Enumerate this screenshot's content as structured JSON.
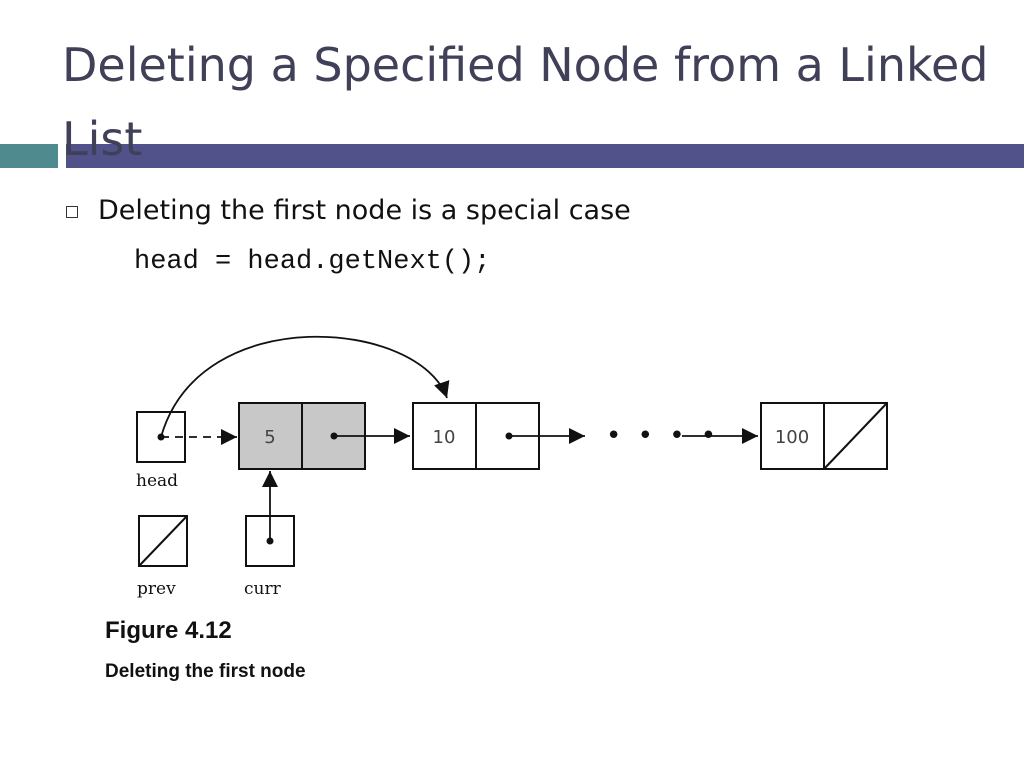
{
  "slide": {
    "title": "Deleting a Specified Node from a Linked List",
    "bullet_text": "Deleting the first node is a special case",
    "code_line": "head = head.getNext();",
    "colors": {
      "title_text": "#404058",
      "bar_teal": "#4f8a8e",
      "bar_purple": "#52528a",
      "shaded_node": "#c8c8c8"
    }
  },
  "figure": {
    "nodes": [
      {
        "value": "5",
        "shaded": true
      },
      {
        "value": "10",
        "shaded": false
      },
      {
        "value": "100",
        "shaded": false,
        "next_null": true
      }
    ],
    "ellipsis": "• • • •",
    "variables": {
      "head": "head",
      "prev": "prev",
      "curr": "curr"
    },
    "number": "Figure 4.12",
    "caption": "Deleting the first node"
  }
}
